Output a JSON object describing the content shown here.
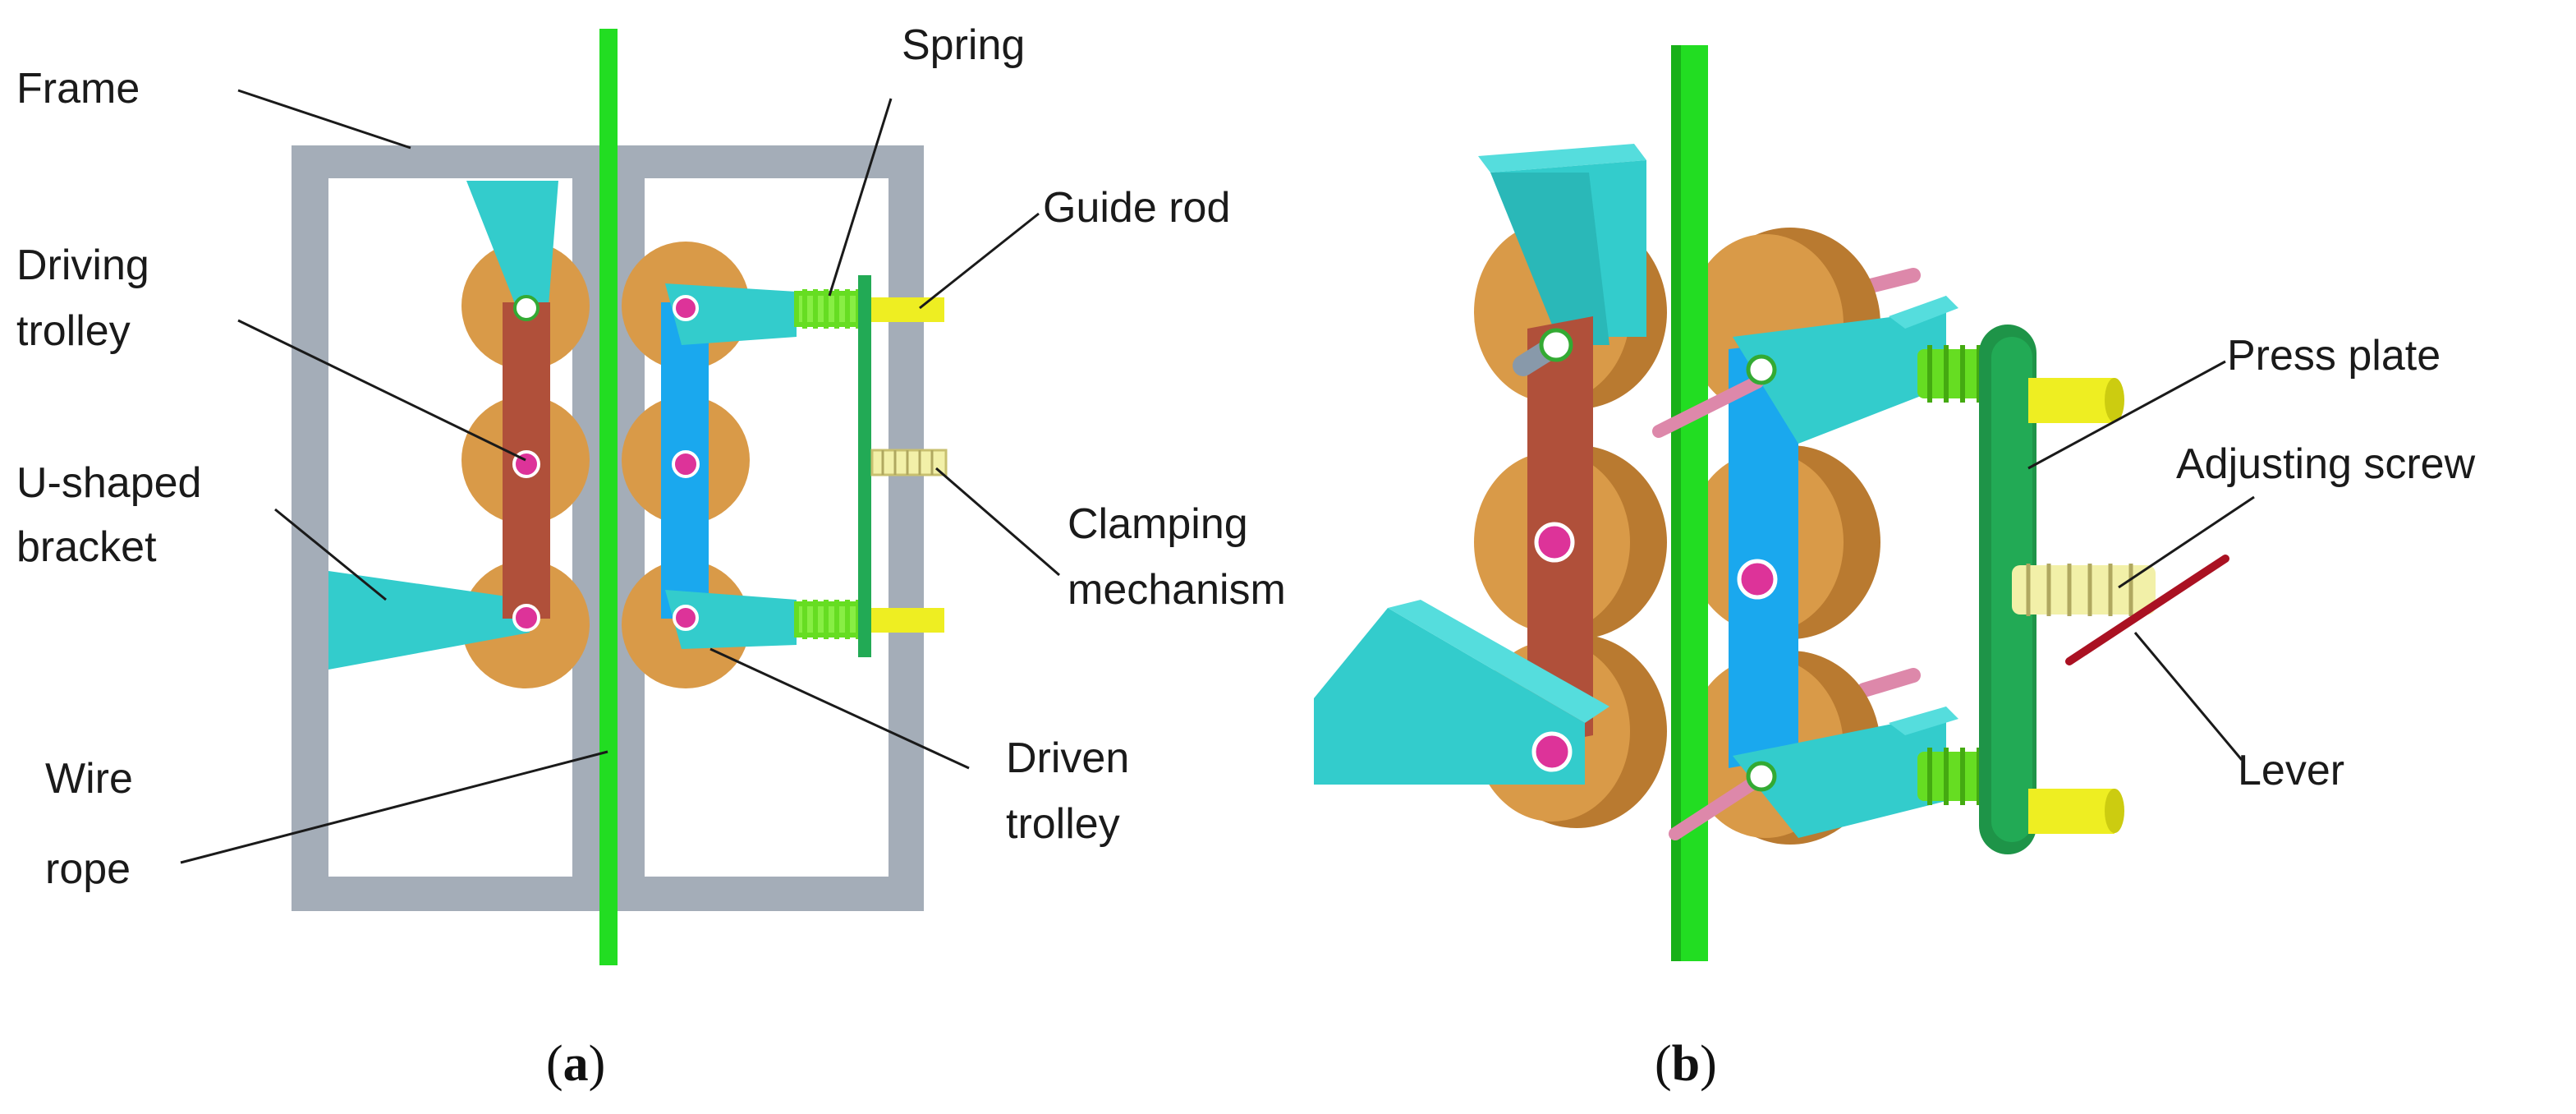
{
  "panel_a": {
    "caption_open": "(",
    "caption_letter": "a",
    "caption_close": ")",
    "labels": {
      "frame": "Frame",
      "spring": "Spring",
      "guide_rod": "Guide rod",
      "driving_trolley_1": "Driving",
      "driving_trolley_2": "trolley",
      "u_bracket_1": "U-shaped",
      "u_bracket_2": "bracket",
      "clamping_1": "Clamping",
      "clamping_2": "mechanism",
      "wire_rope_1": "Wire",
      "wire_rope_2": "rope",
      "driven_trolley_1": "Driven",
      "driven_trolley_2": "trolley"
    }
  },
  "panel_b": {
    "caption_open": "(",
    "caption_letter": "b",
    "caption_close": ")",
    "labels": {
      "press_plate": "Press plate",
      "adjusting_screw": "Adjusting screw",
      "lever": "Lever"
    }
  },
  "colors": {
    "frame": "#a4adb8",
    "wire_rope": "#22dd22",
    "wheel": "#d99a48",
    "wheel_dark": "#b97a30",
    "driving_plate": "#b0503a",
    "driven_plate": "#1aa8ee",
    "bracket": "#33cccc",
    "spring": "#66dd22",
    "guide_rod": "#eeee22",
    "bolt": "#dd3399",
    "press_plate": "#22aa55",
    "screw": "#f2f0a8",
    "lever": "#aa1122",
    "pin": "#dd88aa"
  }
}
